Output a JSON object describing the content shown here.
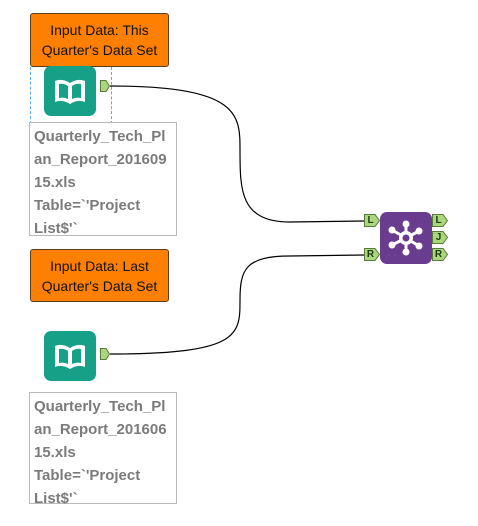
{
  "canvas": {
    "comments": [
      {
        "lines": [
          "Input Data: This",
          "Quarter's Data Set"
        ]
      },
      {
        "lines": [
          "Input Data: Last",
          "Quarter's Data Set"
        ]
      }
    ],
    "input_tools": [
      {
        "icon": "book-icon",
        "annotation": [
          "Quarterly_Tech_Pl",
          "an_Report_201609",
          "15.xls",
          "Table=`'Project",
          "List$'`"
        ]
      },
      {
        "icon": "book-icon",
        "annotation": [
          "Quarterly_Tech_Pl",
          "an_Report_201606",
          "15.xls",
          "Table=`'Project",
          "List$'`"
        ]
      }
    ],
    "join_tool": {
      "icon": "join-network-icon",
      "inputs": [
        "L",
        "R"
      ],
      "outputs": [
        "L",
        "J",
        "R"
      ]
    }
  },
  "colors": {
    "comment_bg": "#ff7f00",
    "input_tool": "#15a087",
    "join_tool": "#6a3c8f",
    "anchor": "#a8d77d",
    "annotation_text": "#7b7b7b"
  }
}
